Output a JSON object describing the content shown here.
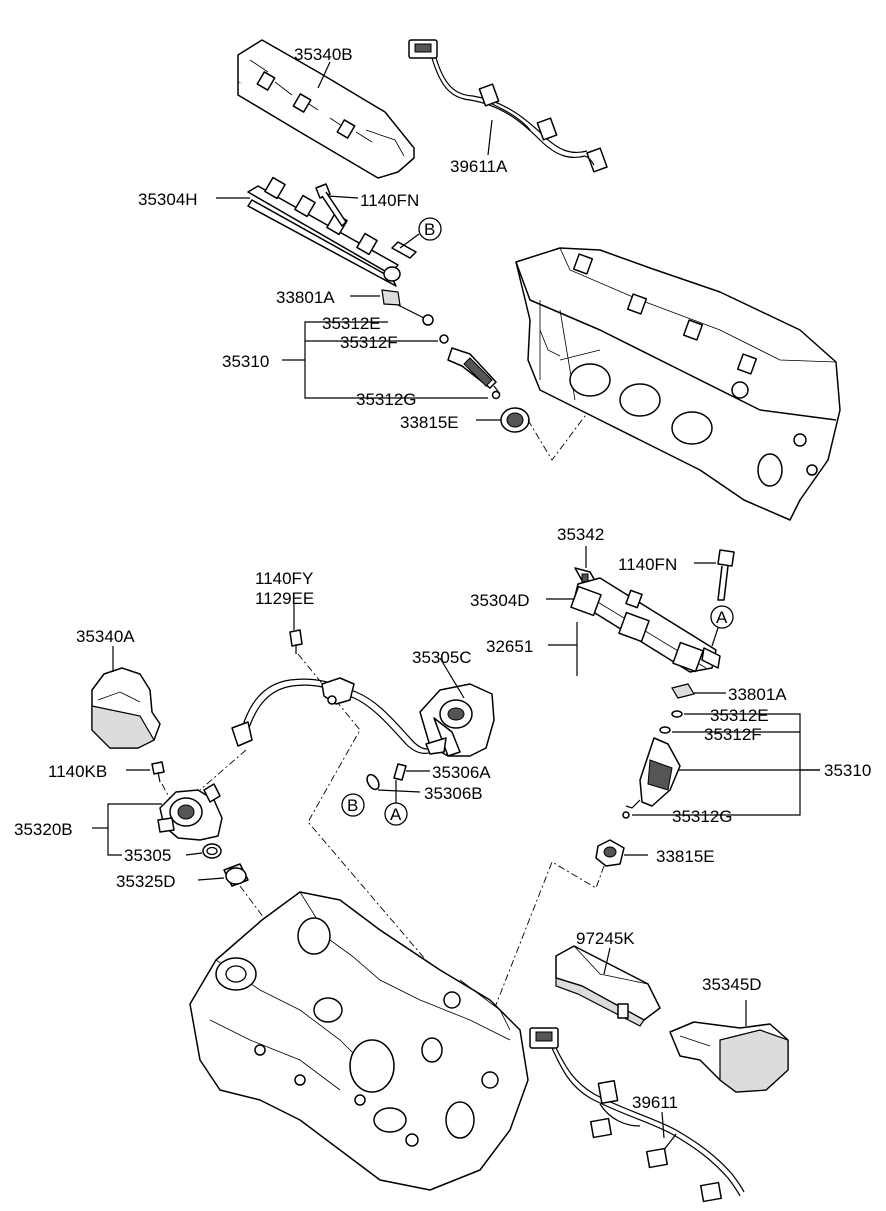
{
  "callouts": {
    "c_35340B": "35340B",
    "c_39611A": "39611A",
    "c_35304H": "35304H",
    "c_1140FN_top": "1140FN",
    "c_B_top": "B",
    "c_33801A_top": "33801A",
    "c_35312E_top": "35312E",
    "c_35312F_top": "35312F",
    "c_35310_top": "35310",
    "c_35312G_top": "35312G",
    "c_33815E_top": "33815E",
    "c_35342": "35342",
    "c_1140FN_mid": "1140FN",
    "c_35304D": "35304D",
    "c_A_mid": "A",
    "c_32651": "32651",
    "c_33801A_mid": "33801A",
    "c_35312E_mid": "35312E",
    "c_35312F_mid": "35312F",
    "c_35310_mid": "35310",
    "c_35312G_mid": "35312G",
    "c_33815E_mid": "33815E",
    "c_1140FY": "1140FY",
    "c_1129EE": "1129EE",
    "c_35340A": "35340A",
    "c_35305C": "35305C",
    "c_35306A": "35306A",
    "c_35306B": "35306B",
    "c_B_low": "B",
    "c_A_low": "A",
    "c_1140KB": "1140KB",
    "c_35320B": "35320B",
    "c_35305": "35305",
    "c_35325D": "35325D",
    "c_97245K": "97245K",
    "c_35345D": "35345D",
    "c_39611": "39611"
  }
}
